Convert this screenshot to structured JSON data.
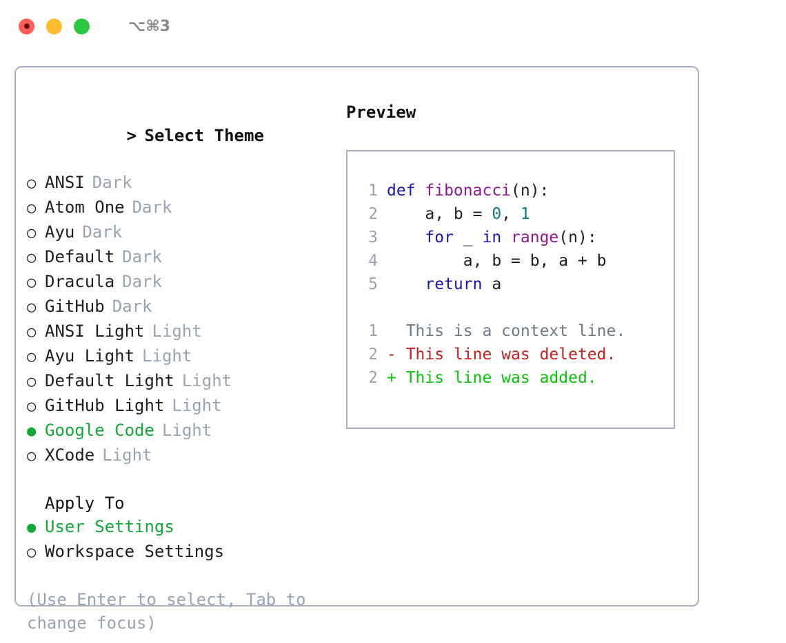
{
  "titlebar": {
    "shortcut": "⌥⌘3",
    "buttons": [
      {
        "name": "close",
        "color": "#ff5f57"
      },
      {
        "name": "minimize",
        "color": "#ffbd2e"
      },
      {
        "name": "maximize",
        "color": "#28c840"
      }
    ]
  },
  "theme_section": {
    "caret": ">",
    "heading": "Select Theme",
    "items": [
      {
        "label": "ANSI",
        "category": "Dark",
        "selected": false,
        "bullet": "○"
      },
      {
        "label": "Atom One",
        "category": "Dark",
        "selected": false,
        "bullet": "○"
      },
      {
        "label": "Ayu",
        "category": "Dark",
        "selected": false,
        "bullet": "○"
      },
      {
        "label": "Default",
        "category": "Dark",
        "selected": false,
        "bullet": "○"
      },
      {
        "label": "Dracula",
        "category": "Dark",
        "selected": false,
        "bullet": "○"
      },
      {
        "label": "GitHub",
        "category": "Dark",
        "selected": false,
        "bullet": "○"
      },
      {
        "label": "ANSI Light",
        "category": "Light",
        "selected": false,
        "bullet": "○"
      },
      {
        "label": "Ayu Light",
        "category": "Light",
        "selected": false,
        "bullet": "○"
      },
      {
        "label": "Default Light",
        "category": "Light",
        "selected": false,
        "bullet": "○"
      },
      {
        "label": "GitHub Light",
        "category": "Light",
        "selected": false,
        "bullet": "○"
      },
      {
        "label": "Google Code",
        "category": "Light",
        "selected": true,
        "bullet": "●"
      },
      {
        "label": "XCode",
        "category": "Light",
        "selected": false,
        "bullet": "○"
      }
    ]
  },
  "apply_section": {
    "heading": "Apply To",
    "items": [
      {
        "label": "User Settings",
        "selected": true,
        "bullet": "●"
      },
      {
        "label": "Workspace Settings",
        "selected": false,
        "bullet": "○"
      }
    ]
  },
  "hint": "(Use Enter to select, Tab to change focus)",
  "preview": {
    "title": "Preview",
    "code_lines": [
      {
        "number": "1",
        "tokens": [
          {
            "t": "def ",
            "c": "kw"
          },
          {
            "t": "fibonacci",
            "c": "fn"
          },
          {
            "t": "(n):",
            "c": "pl"
          }
        ]
      },
      {
        "number": "2",
        "tokens": [
          {
            "t": "    a, b = ",
            "c": "pl"
          },
          {
            "t": "0",
            "c": "num"
          },
          {
            "t": ", ",
            "c": "pl"
          },
          {
            "t": "1",
            "c": "num"
          }
        ]
      },
      {
        "number": "3",
        "tokens": [
          {
            "t": "    ",
            "c": "pl"
          },
          {
            "t": "for",
            "c": "kw"
          },
          {
            "t": " _ ",
            "c": "pl"
          },
          {
            "t": "in",
            "c": "kw"
          },
          {
            "t": " ",
            "c": "pl"
          },
          {
            "t": "range",
            "c": "fn"
          },
          {
            "t": "(n):",
            "c": "pl"
          }
        ]
      },
      {
        "number": "4",
        "tokens": [
          {
            "t": "        a, b = b, a + b",
            "c": "pl"
          }
        ]
      },
      {
        "number": "5",
        "tokens": [
          {
            "t": "    ",
            "c": "pl"
          },
          {
            "t": "return",
            "c": "kw"
          },
          {
            "t": " a",
            "c": "pl"
          }
        ]
      }
    ],
    "diff_lines": [
      {
        "number": "1",
        "marker": "  ",
        "text": "This is a context line.",
        "kind": "ctx"
      },
      {
        "number": "2",
        "marker": "- ",
        "text": "This line was deleted.",
        "kind": "del"
      },
      {
        "number": "2",
        "marker": "+ ",
        "text": "This line was added.",
        "kind": "add"
      }
    ]
  },
  "colors": {
    "accent_green": "#14a83c",
    "muted": "#9aa3b2",
    "border": "#a8b0c0",
    "keyword": "#1a18b0",
    "function": "#8e1a8e",
    "number": "#0b7b80",
    "diff_delete": "#c41e1e",
    "diff_add": "#09c409",
    "diff_context": "#707a86"
  }
}
